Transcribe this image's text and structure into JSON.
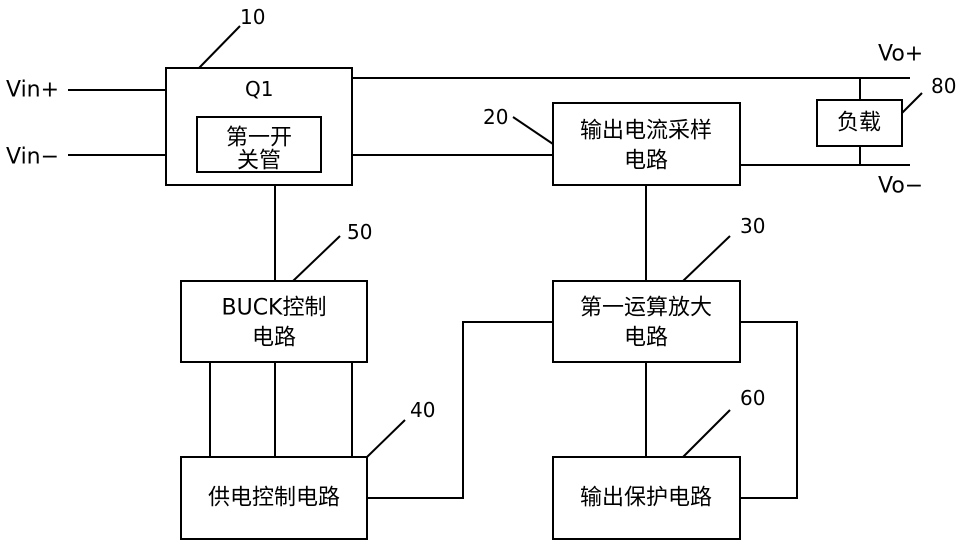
{
  "diagram": {
    "terminals": {
      "vin_plus": "Vin+",
      "vin_minus": "Vin−",
      "vo_plus": "Vo+",
      "vo_minus": "Vo−"
    },
    "refs": {
      "r10": "10",
      "q1": "Q1",
      "r20": "20",
      "r30": "30",
      "r40": "40",
      "r50": "50",
      "r60": "60",
      "r80": "80"
    },
    "blocks": {
      "switch_line1": "第一开",
      "switch_line2": "关管",
      "sampling_line1": "输出电流采样",
      "sampling_line2": "电路",
      "load": "负载",
      "buck_line1": "BUCK控制",
      "buck_line2": "电路",
      "amp_line1": "第一运算放大",
      "amp_line2": "电路",
      "power_ctrl": "供电控制电路",
      "protection": "输出保护电路"
    }
  }
}
